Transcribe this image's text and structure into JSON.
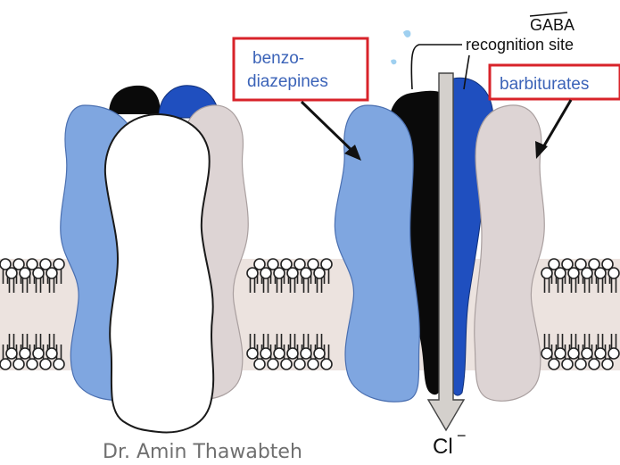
{
  "labels": {
    "gaba": "GABA",
    "recognition_site": "recognition site",
    "benzo_line1": "benzo-",
    "benzo_line2": "diazepines",
    "barbiturates": "barbiturates",
    "ion": "Cl",
    "ion_charge": "−",
    "credit": "Dr. Amin Thawabteh"
  },
  "colors": {
    "label_box_border": "#d8232a",
    "label_text": "#3b63b8",
    "subunit_light_blue": "#7fa6e0",
    "subunit_dark_blue": "#1f4fbf",
    "subunit_gray": "#ddd4d4",
    "subunit_black": "#0a0a0a",
    "membrane": "#ece3df",
    "ion_arrow": "#d4d0cc"
  }
}
